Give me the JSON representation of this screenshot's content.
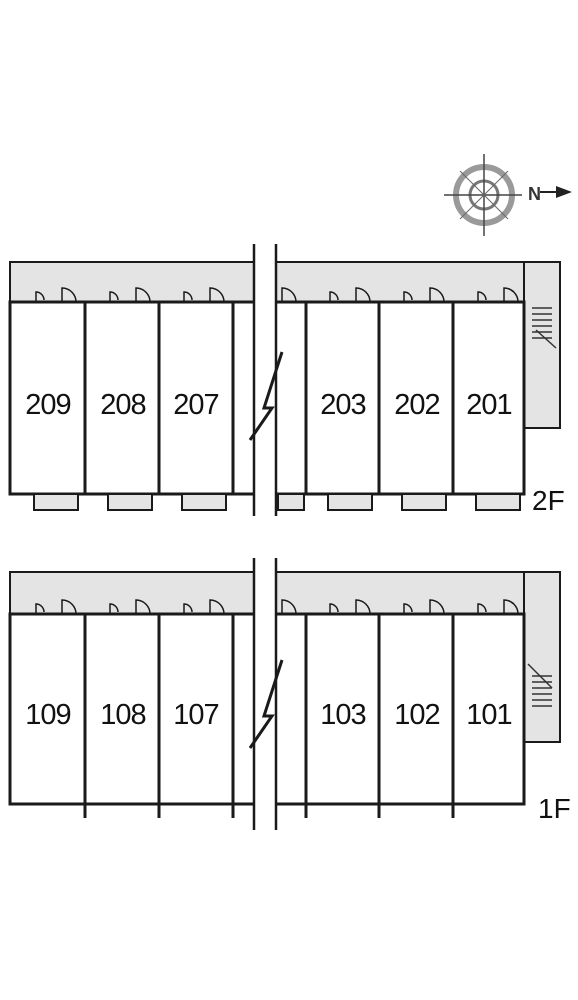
{
  "compass": {
    "letter": "N",
    "icon": "north-arrow-icon"
  },
  "floors": [
    {
      "label": "2F",
      "units_left": [
        "209",
        "208",
        "207"
      ],
      "units_right": [
        "203",
        "202",
        "201"
      ]
    },
    {
      "label": "1F",
      "units_left": [
        "109",
        "108",
        "107"
      ],
      "units_right": [
        "103",
        "102",
        "101"
      ]
    }
  ],
  "colors": {
    "corridor": "#e4e4e4",
    "line": "#1a1a1a",
    "compass": "#666666"
  }
}
